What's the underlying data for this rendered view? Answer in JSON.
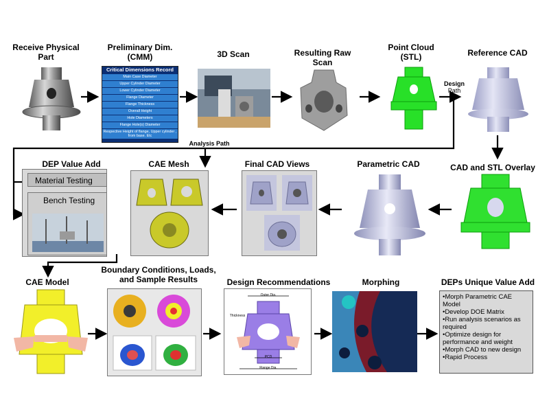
{
  "steps": {
    "receive": "Receive Physical Part",
    "preliminary": "Preliminary Dim. (CMM)",
    "scan3d": "3D Scan",
    "raw_scan": "Resulting Raw Scan",
    "point_cloud": "Point Cloud (STL)",
    "reference_cad": "Reference CAD",
    "overlay": "CAD and STL Overlay",
    "parametric": "Parametric CAD",
    "final_views": "Final CAD Views",
    "cae_mesh": "CAE Mesh",
    "dep_value_add": "DEP Value Add",
    "cae_model": "CAE Model",
    "boundary": "Boundary Conditions, Loads, and Sample Results",
    "recommendations": "Design Recommendations",
    "morphing": "Morphing",
    "unique_value": "DEPs Unique Value Add"
  },
  "labels": {
    "design_path_1": "Design",
    "design_path_2": "Path",
    "analysis_path": "Analysis Path",
    "material_testing": "Material Testing",
    "bench_testing": "Bench Testing"
  },
  "cdr": {
    "header": "Critical Dimensions Record",
    "rows": [
      "Main Case Diameter",
      "Upper Cylinder Diameter",
      "Lower Cylinder Diameter",
      "Flange Diameter",
      "Flange Thickness",
      "Overall Height",
      "Hole Diameters",
      "Flange Hole(s) Diameter",
      "Respective Height of flange, Upper cylinder , from base. Etc"
    ]
  },
  "recommendation_dims": {
    "outer_dia": "Outer Dia.",
    "thickness": "Thickness",
    "pcd": "PCD",
    "flange_dia": "Flange Dia."
  },
  "unique_value_list": [
    "•Morph Parametric CAE Model",
    "•Develop DOE Matrix",
    "•Run analysis scenarios as required",
    "•Optimize design for performance and weight",
    "•Morph CAD to new design",
    "•Rapid Process"
  ]
}
